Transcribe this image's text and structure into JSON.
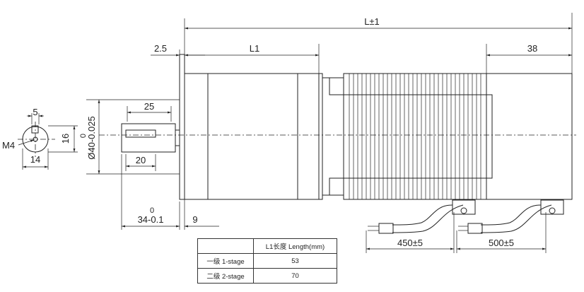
{
  "dimensions": {
    "overall_length": "L±1",
    "body_length": "L1",
    "flange_thickness": "2.5",
    "encoder_length": "38",
    "shaft_length": "25",
    "key_length": "20",
    "shaft_diameter_tol": "0",
    "shaft_diameter": "Ø40-0.025",
    "front_size_tol": "0",
    "front_size": "34-0.1",
    "front_offset": "9",
    "key_width": "5",
    "shaft_height": "16",
    "shaft_dia_front": "14",
    "thread": "M4",
    "cable1_length": "450±5",
    "cable2_length": "500±5"
  },
  "table": {
    "header": "L1长度 Length(mm)",
    "rows": [
      {
        "label": "一级 1-stage",
        "value": "53"
      },
      {
        "label": "二级 2-stage",
        "value": "70"
      }
    ]
  }
}
